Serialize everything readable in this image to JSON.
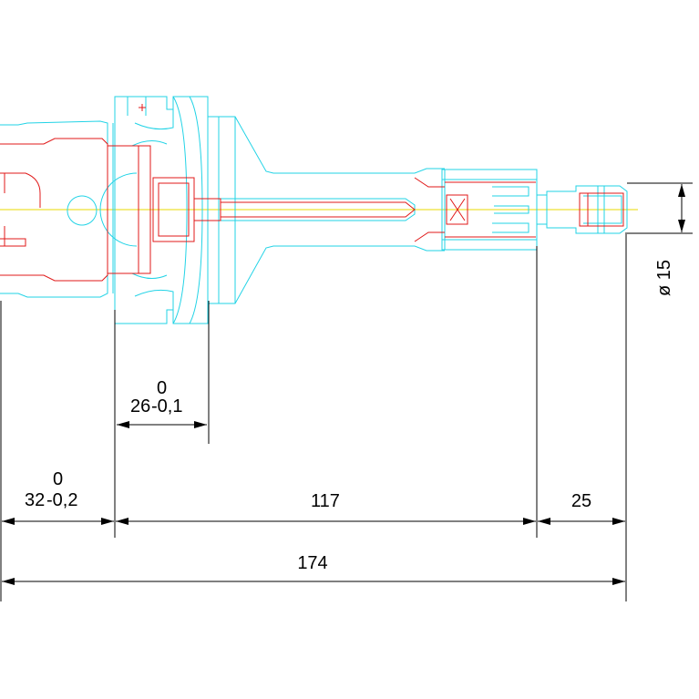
{
  "colors": {
    "outline": "#22d3e6",
    "hidden": "#e01818",
    "centerline": "#e8d800",
    "dimension": "#000000",
    "background": "#ffffff"
  },
  "dimensions": {
    "overall_length": "174",
    "shank_length_nominal": "32",
    "shank_length_upper": "0",
    "shank_length_lower": "-0,2",
    "flange_width_nominal": "26",
    "flange_width_upper": "0",
    "flange_width_lower": "-0,1",
    "body_length": "117",
    "collet_length": "25",
    "tool_diameter": "ø 15"
  }
}
